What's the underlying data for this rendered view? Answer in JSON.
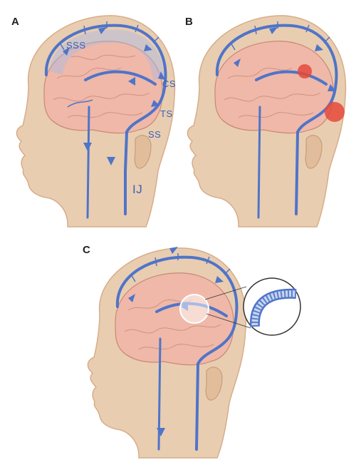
{
  "panels": [
    {
      "letter": "A",
      "labels": {
        "sss": "SSS",
        "cs": "CS",
        "ts": "TS",
        "ss": "SS",
        "ij": "IJ"
      }
    },
    {
      "letter": "B",
      "labels": {}
    },
    {
      "letter": "C",
      "labels": {}
    }
  ],
  "colors": {
    "skin": "#e9cdb0",
    "skin_shadow": "#d6ad8a",
    "brain": "#efb8a8",
    "brain_fold": "#c98877",
    "vein": "#4f74c9",
    "vein_light": "#a9bbe6",
    "stenosis": "#e5493b",
    "label": "#3a5fb8"
  }
}
